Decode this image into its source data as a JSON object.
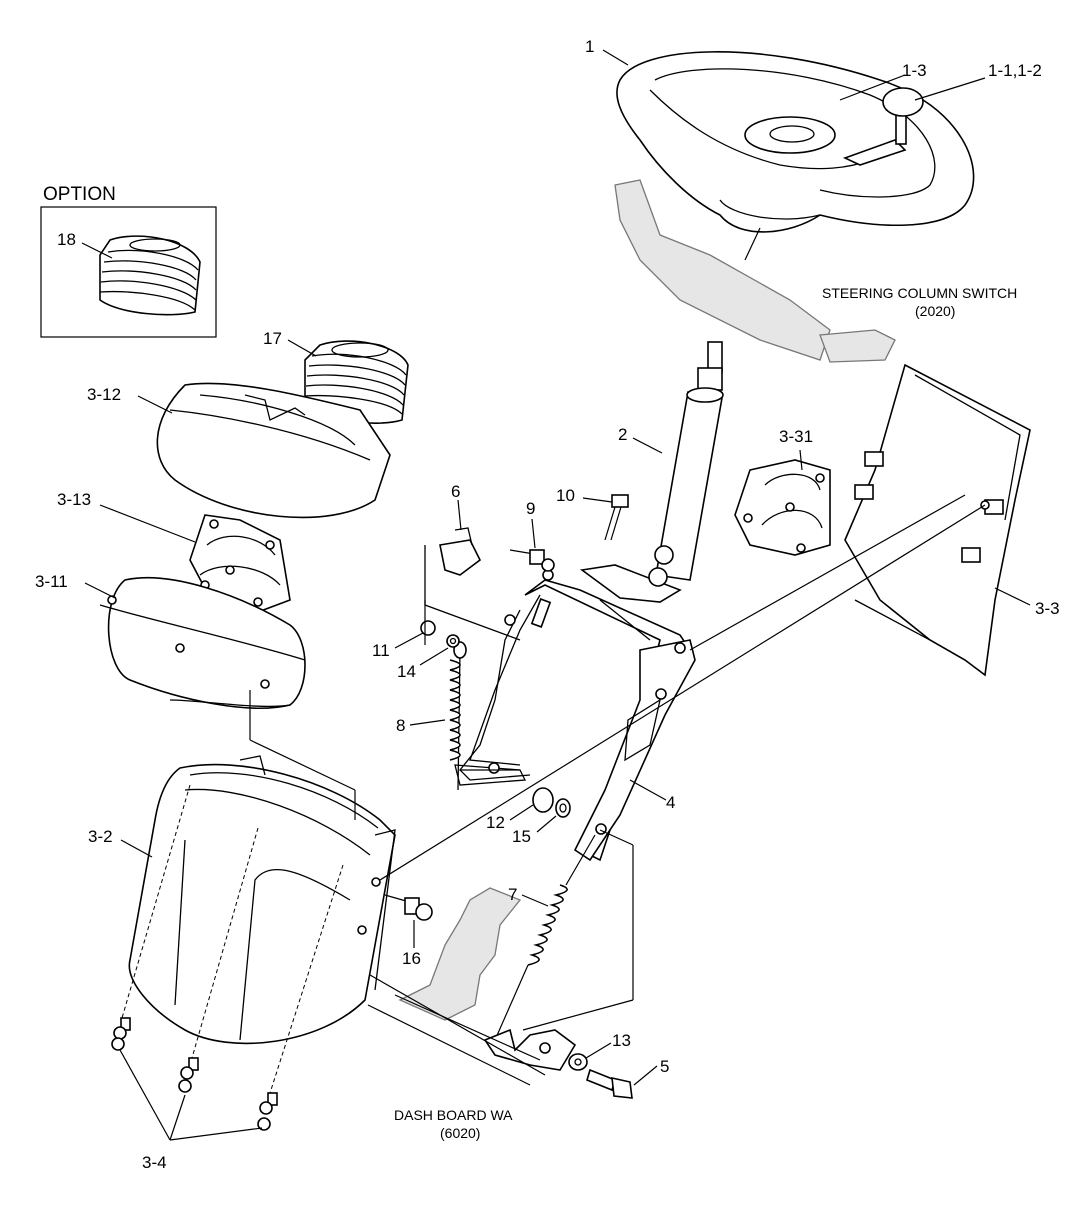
{
  "option_title": "OPTION",
  "captions": {
    "steering_switch": {
      "line1": "STEERING COLUMN SWITCH",
      "line2": "(2020)"
    },
    "dash_board": {
      "line1": "DASH BOARD WA",
      "line2": "(6020)"
    }
  },
  "callouts": {
    "p1": "1",
    "p1_3": "1-3",
    "p1_1_2": "1-1,1-2",
    "p18": "18",
    "p17": "17",
    "p3_12": "3-12",
    "p3_13": "3-13",
    "p3_11": "3-11",
    "p2": "2",
    "p3_31": "3-31",
    "p3_3": "3-3",
    "p6": "6",
    "p9": "9",
    "p10": "10",
    "p11": "11",
    "p14": "14",
    "p8": "8",
    "p4": "4",
    "p12": "12",
    "p15": "15",
    "p3_2": "3-2",
    "p7": "7",
    "p16": "16",
    "p13": "13",
    "p5": "5",
    "p3_4": "3-4"
  }
}
